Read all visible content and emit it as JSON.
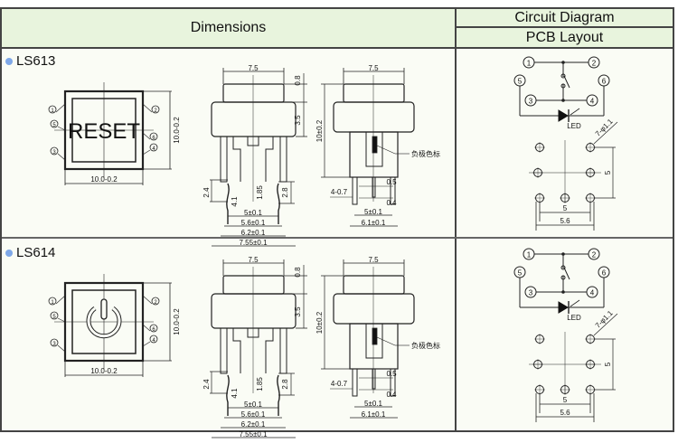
{
  "header": {
    "dimensions": "Dimensions",
    "circuit_diagram": "Circuit Diagram",
    "pcb_layout": "PCB Layout"
  },
  "rows": [
    {
      "model": "LS613",
      "face_label": "RESET",
      "face_icon": "reset-text",
      "top_view": {
        "width": "10.0-0.2",
        "height": "10.0-0.2",
        "pins": [
          "1",
          "2",
          "5",
          "6",
          "3",
          "4"
        ]
      },
      "side_view": {
        "cap_width": "7.5",
        "cap_height": "0.8",
        "body_height": "3.5",
        "pin_a": "2.4",
        "pin_b": "4.1",
        "pin_c": "1.85",
        "pin_d": "2.8",
        "spans": [
          "5±0.1",
          "5.6±0.1",
          "6.2±0.1",
          "7.55±0.1"
        ]
      },
      "front_view": {
        "cap_width": "7.5",
        "height": "10±0.2",
        "pin_dia": "4-0.7",
        "a": "0.5",
        "b": "0.4",
        "spans": [
          "5±0.1",
          "6.1±0.1"
        ],
        "note": "负极色标"
      },
      "circuit": {
        "pins": [
          "1",
          "2",
          "5",
          "6",
          "3",
          "4"
        ],
        "led_label": "LED"
      },
      "pcb": {
        "hole_label": "7-φ1.1",
        "v_spacing": "5",
        "h_spacing_a": "5",
        "h_spacing_b": "5.6"
      }
    },
    {
      "model": "LS614",
      "face_label": "",
      "face_icon": "power-icon",
      "top_view": {
        "width": "10.0-0.2",
        "height": "10.0-0.2",
        "pins": [
          "1",
          "2",
          "5",
          "6",
          "3",
          "4"
        ]
      },
      "side_view": {
        "cap_width": "7.5",
        "cap_height": "0.8",
        "body_height": "3.5",
        "pin_a": "2.4",
        "pin_b": "4.1",
        "pin_c": "1.85",
        "pin_d": "2.8",
        "spans": [
          "5±0.1",
          "5.6±0.1",
          "6.2±0.1",
          "7.55±0.1"
        ]
      },
      "front_view": {
        "cap_width": "7.5",
        "height": "10±0.2",
        "pin_dia": "4-0.7",
        "a": "0.5",
        "b": "0.4",
        "spans": [
          "5±0.1",
          "6.1±0.1"
        ],
        "note": "负极色标"
      },
      "circuit": {
        "pins": [
          "1",
          "2",
          "5",
          "6",
          "3",
          "4"
        ],
        "led_label": "LED"
      },
      "pcb": {
        "hole_label": "7-φ1.1",
        "v_spacing": "5",
        "h_spacing_a": "5",
        "h_spacing_b": "5.6"
      }
    }
  ]
}
